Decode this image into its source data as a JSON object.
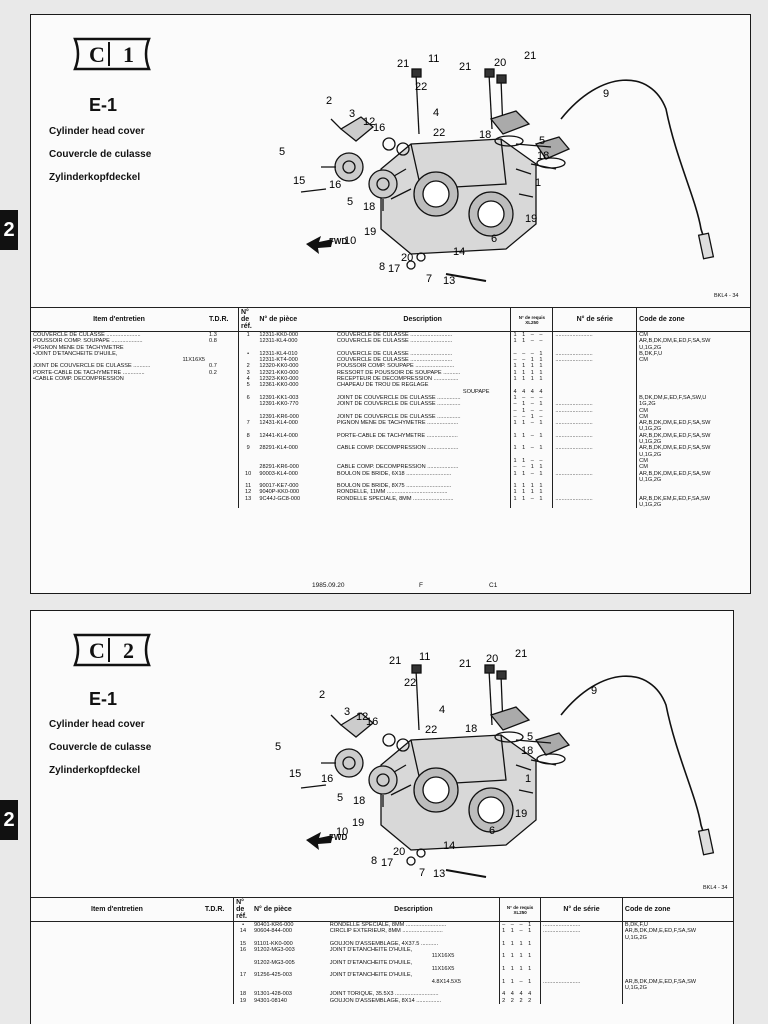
{
  "side_tab": "2",
  "sheets": [
    {
      "badge": {
        "letter": "C",
        "num": "1"
      },
      "title": "E-1",
      "names": [
        "Cylinder head cover",
        "Couvercle de culasse",
        "Zylinderkopfdeckel"
      ],
      "code": "BKL4 - 34",
      "fwd_label": "FWD",
      "headers": {
        "item": "Item d'entretien",
        "tdr": "T.D.R.",
        "ref": "N° de réf.",
        "part": "N° de pièce",
        "desc": "Description",
        "qty_top": "N° de requis",
        "qty_model": "XL250",
        "serial": "N° de série",
        "zone": "Code de zone"
      },
      "maint": [
        {
          "item": "COUVERCLE DE CULASSE ......................",
          "tdr": "1.3"
        },
        {
          "item": "POUSSOIR COMP. SOUPAPE ....................",
          "tdr": "0.8"
        },
        {
          "item": "•PIGNON MENE DE TACHYMETRE",
          "tdr": ""
        },
        {
          "item": "•JOINT D'ETANCHEITE D'HUILE,",
          "tdr": ""
        },
        {
          "item": "11X16X5",
          "tdr": ""
        },
        {
          "item": "JOINT DE COUVERCLE DE CULASSE ...........",
          "tdr": "0.7"
        },
        {
          "item": "PORTE-CABLE DE TACHYMETRE ..............",
          "tdr": "0.2"
        },
        {
          "item": "•CABLE COMP. DECOMPRESSION",
          "tdr": ""
        }
      ],
      "rows": [
        {
          "ref": "1",
          "part": "12311-KK0-000",
          "desc": "COUVERCLE DE CULASSE ...........................",
          "qty": "1 1 – –",
          "serial": "........................",
          "zone": "CM"
        },
        {
          "ref": "",
          "part": "12311-KL4-000",
          "desc": "COUVERCLE DE CULASSE ...........................",
          "qty": "1 1 – –",
          "serial": "",
          "zone": "AR,B,DK,DM,E,ED,F,SA,SW"
        },
        {
          "ref": "",
          "part": "",
          "desc": "",
          "qty": "",
          "serial": "",
          "zone": "U,1G,2G"
        },
        {
          "ref": "•",
          "part": "12311-KL4-010",
          "desc": "COUVERCLE DE CULASSE ...........................",
          "qty": "– – – 1",
          "serial": "........................",
          "zone": "B,DK,F,U"
        },
        {
          "ref": "",
          "part": "12311-KT4-000",
          "desc": "COUVERCLE DE CULASSE ...........................",
          "qty": "– – 1 1",
          "serial": "........................",
          "zone": "CM"
        },
        {
          "ref": "2",
          "part": "12320-KK0-000",
          "desc": "POUSSOIR COMP. SOUPAPE .........................",
          "qty": "1 1 1 1",
          "serial": "",
          "zone": ""
        },
        {
          "ref": "3",
          "part": "12321-KK0-000",
          "desc": "RESSORT DE POUSSOIR DE SOUPAPE ...........",
          "qty": "1 1 1 1",
          "serial": "",
          "zone": ""
        },
        {
          "ref": "4",
          "part": "12323-KK0-000",
          "desc": "RECEPTEUR DE DECOMPRESSION ................",
          "qty": "1 1 1 1",
          "serial": "",
          "zone": ""
        },
        {
          "ref": "5",
          "part": "12361-KK0-000",
          "desc": "CHAPEAU DE TROU DE REGLAGE",
          "qty": "",
          "serial": "",
          "zone": ""
        },
        {
          "ref": "",
          "part": "",
          "desc": "SOUPAPE",
          "qty": "4 4 4 4",
          "serial": "",
          "zone": ""
        },
        {
          "ref": "",
          "part": "",
          "desc": "",
          "qty": "",
          "serial": "",
          "zone": ""
        },
        {
          "ref": "6",
          "part": "12391-KK1-003",
          "desc": "JOINT DE COUVERCLE DE CULASSE ...............",
          "qty": "1 – – –",
          "serial": "",
          "zone": "B,DK,DM,E,ED,F,SA,SW,U"
        },
        {
          "ref": "",
          "part": "12391-KK0-770",
          "desc": "JOINT DE COUVERCLE DE CULASSE ...............",
          "qty": "– 1 – 1",
          "serial": "........................",
          "zone": "1G,2G"
        },
        {
          "ref": "",
          "part": "",
          "desc": "",
          "qty": "– 1 – –",
          "serial": "........................",
          "zone": "CM"
        },
        {
          "ref": "",
          "part": "12391-KR6-000",
          "desc": "JOINT DE COUVERCLE DE CULASSE ...............",
          "qty": "– – 1 –",
          "serial": "",
          "zone": "CM"
        },
        {
          "ref": "7",
          "part": "12431-KL4-000",
          "desc": "PIGNON MENE DE TACHYMETRE ....................",
          "qty": "1 1 – 1",
          "serial": "........................",
          "zone": "AR,B,DK,DM,E,ED,F,SA,SW"
        },
        {
          "ref": "",
          "part": "",
          "desc": "",
          "qty": "",
          "serial": "",
          "zone": "U,1G,2G"
        },
        {
          "ref": "8",
          "part": "12441-KL4-000",
          "desc": "PORTE-CABLE DE TACHYMETRE ....................",
          "qty": "1 1 – 1",
          "serial": "........................",
          "zone": "AR,B,DK,DM,E,ED,F,SA,SW"
        },
        {
          "ref": "",
          "part": "",
          "desc": "",
          "qty": "",
          "serial": "",
          "zone": "U,1G,2G"
        },
        {
          "ref": "9",
          "part": "28291-KL4-000",
          "desc": "CABLE COMP. DECOMPRESSION ....................",
          "qty": "1 1 – 1",
          "serial": "........................",
          "zone": "AR,B,DK,DM,E,ED,F,SA,SW"
        },
        {
          "ref": "",
          "part": "",
          "desc": "",
          "qty": "",
          "serial": "",
          "zone": "U,1G,2G"
        },
        {
          "ref": "",
          "part": "",
          "desc": "",
          "qty": "1 1 – –",
          "serial": "",
          "zone": "CM"
        },
        {
          "ref": "",
          "part": "28291-KR6-000",
          "desc": "CABLE COMP. DECOMPRESSION ....................",
          "qty": "– – 1 1",
          "serial": "",
          "zone": "CM"
        },
        {
          "ref": "10",
          "part": "90003-KL4-000",
          "desc": "BOULON DE BRIDE, 6X18 .............................",
          "qty": "1 1 – 1",
          "serial": "........................",
          "zone": "AR,B,DK,DM,E,ED,F,SA,SW"
        },
        {
          "ref": "",
          "part": "",
          "desc": "",
          "qty": "",
          "serial": "",
          "zone": "U,1G,2G"
        },
        {
          "ref": "",
          "part": "",
          "desc": "",
          "qty": "",
          "serial": "",
          "zone": ""
        },
        {
          "ref": "11",
          "part": "90017-KE7-000",
          "desc": "BOULON DE BRIDE, 8X75 .............................",
          "qty": "1 1 1 1",
          "serial": "",
          "zone": ""
        },
        {
          "ref": "12",
          "part": "9040P-KK0-000",
          "desc": "RONDELLE, 11MM .......................................",
          "qty": "1 1 1 1",
          "serial": "",
          "zone": ""
        },
        {
          "ref": "13",
          "part": "9C44J-GC8-000",
          "desc": "RONDELLE SPECIALE, 8MM ..........................",
          "qty": "1 1 – 1",
          "serial": "........................",
          "zone": "AR,B,DK,EM,E,ED,F,SA,SW"
        },
        {
          "ref": "",
          "part": "",
          "desc": "",
          "qty": "",
          "serial": "",
          "zone": "U,1G,2G"
        }
      ],
      "footer": {
        "date": "1985.09.20",
        "letter": "F",
        "page": "C1"
      }
    },
    {
      "badge": {
        "letter": "C",
        "num": "2"
      },
      "title": "E-1",
      "names": [
        "Cylinder head cover",
        "Couvercle de culasse",
        "Zylinderkopfdeckel"
      ],
      "code": "BKL4 - 34",
      "fwd_label": "FWD",
      "headers": {
        "item": "Item d'entretien",
        "tdr": "T.D.R.",
        "ref": "N° de réf.",
        "part": "N° de pièce",
        "desc": "Description",
        "qty_top": "N° de requis",
        "qty_model": "XL250",
        "serial": "N° de série",
        "zone": "Code de zone"
      },
      "rows": [
        {
          "ref": "•",
          "part": "90401-KR6-000",
          "desc": "RONDELLE SPECIALE, 8MM ..........................",
          "qty": "– – – 1",
          "serial": "........................",
          "zone": "B,DK,F,U"
        },
        {
          "ref": "14",
          "part": "90604-844-000",
          "desc": "CIRCLIP EXTERIEUR, 8MM ..........................",
          "qty": "1 1 – 1",
          "serial": "........................",
          "zone": "AR,B,DK,DM,E,ED,F,SA,SW"
        },
        {
          "ref": "",
          "part": "",
          "desc": "",
          "qty": "",
          "serial": "",
          "zone": "U,1G,2G"
        },
        {
          "ref": "15",
          "part": "91101-KK0-000",
          "desc": "GOUJON D'ASSEMBLAGE, 4X37.5 ...........",
          "qty": "1 1 1 1",
          "serial": "",
          "zone": ""
        },
        {
          "ref": "",
          "part": "",
          "desc": "",
          "qty": "",
          "serial": "",
          "zone": ""
        },
        {
          "ref": "16",
          "part": "91202-MG3-003",
          "desc": "JOINT D'ETANCHEITE D'HUILE,",
          "qty": "",
          "serial": "",
          "zone": ""
        },
        {
          "ref": "",
          "part": "",
          "desc": "11X16X5",
          "qty": "1 1 1 1",
          "serial": "",
          "zone": ""
        },
        {
          "ref": "",
          "part": "91202-MG3-005",
          "desc": "JOINT D'ETANCHEITE D'HUILE,",
          "qty": "",
          "serial": "",
          "zone": ""
        },
        {
          "ref": "",
          "part": "",
          "desc": "11X16X5",
          "qty": "1 1 1 1",
          "serial": "",
          "zone": ""
        },
        {
          "ref": "17",
          "part": "91256-425-003",
          "desc": "JOINT D'ETANCHEITE D'HUILE,",
          "qty": "",
          "serial": "",
          "zone": ""
        },
        {
          "ref": "",
          "part": "",
          "desc": "4.8X14.5X5",
          "qty": "1 1 – 1",
          "serial": "........................",
          "zone": "AR,B,DK,DM,E,ED,F,SA,SW"
        },
        {
          "ref": "",
          "part": "",
          "desc": "",
          "qty": "",
          "serial": "",
          "zone": "U,1G,2G"
        },
        {
          "ref": "18",
          "part": "91301-428-003",
          "desc": "JOINT TORIQUE, 35.5X3 ............................",
          "qty": "4 4 4 4",
          "serial": "",
          "zone": ""
        },
        {
          "ref": "19",
          "part": "94301-08140",
          "desc": "GOUJON D'ASSEMBLAGE, 8X14 ................",
          "qty": "2 2 2 2",
          "serial": "",
          "zone": ""
        }
      ]
    }
  ]
}
